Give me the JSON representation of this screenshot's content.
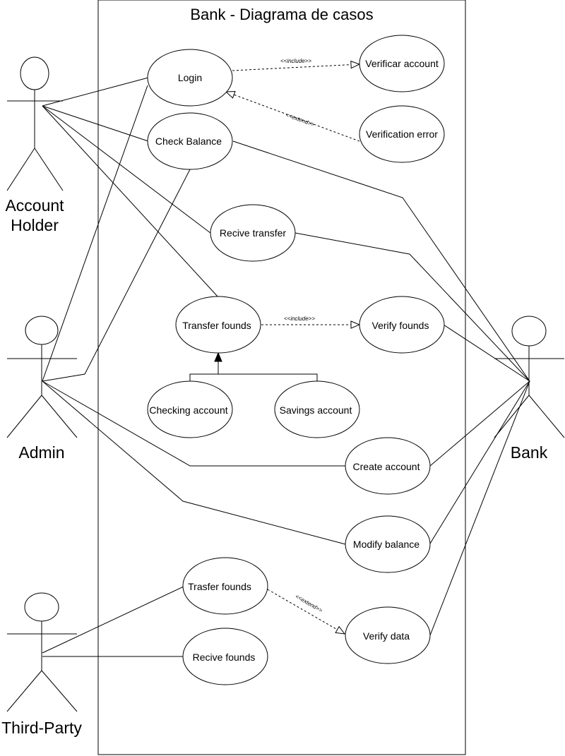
{
  "diagram": {
    "title": "Bank - Diagrama de casos",
    "actors": {
      "account_holder": {
        "line1": "Account",
        "line2": "Holder"
      },
      "admin": "Admin",
      "third_party": "Third-Party",
      "bank": "Bank"
    },
    "use_cases": {
      "login": "Login",
      "verificar_account": "Verificar account",
      "verification_error": "Verification error",
      "check_balance": "Check Balance",
      "recive_transfer": "Recive transfer",
      "transfer_founds": "Transfer founds",
      "verify_founds": "Verify founds",
      "checking_account": "Checking account",
      "savings_account": "Savings account",
      "create_account": "Create account",
      "modify_balance": "Modify balance",
      "trasfer_founds": "Trasfer founds",
      "verify_data": "Verify data",
      "recive_founds": "Recive founds"
    },
    "stereotypes": {
      "include_login": "<<include>>",
      "extend_login": "<<extend>>",
      "include_transfer": "<<include>>",
      "extend_third": "<<extend>>"
    }
  }
}
